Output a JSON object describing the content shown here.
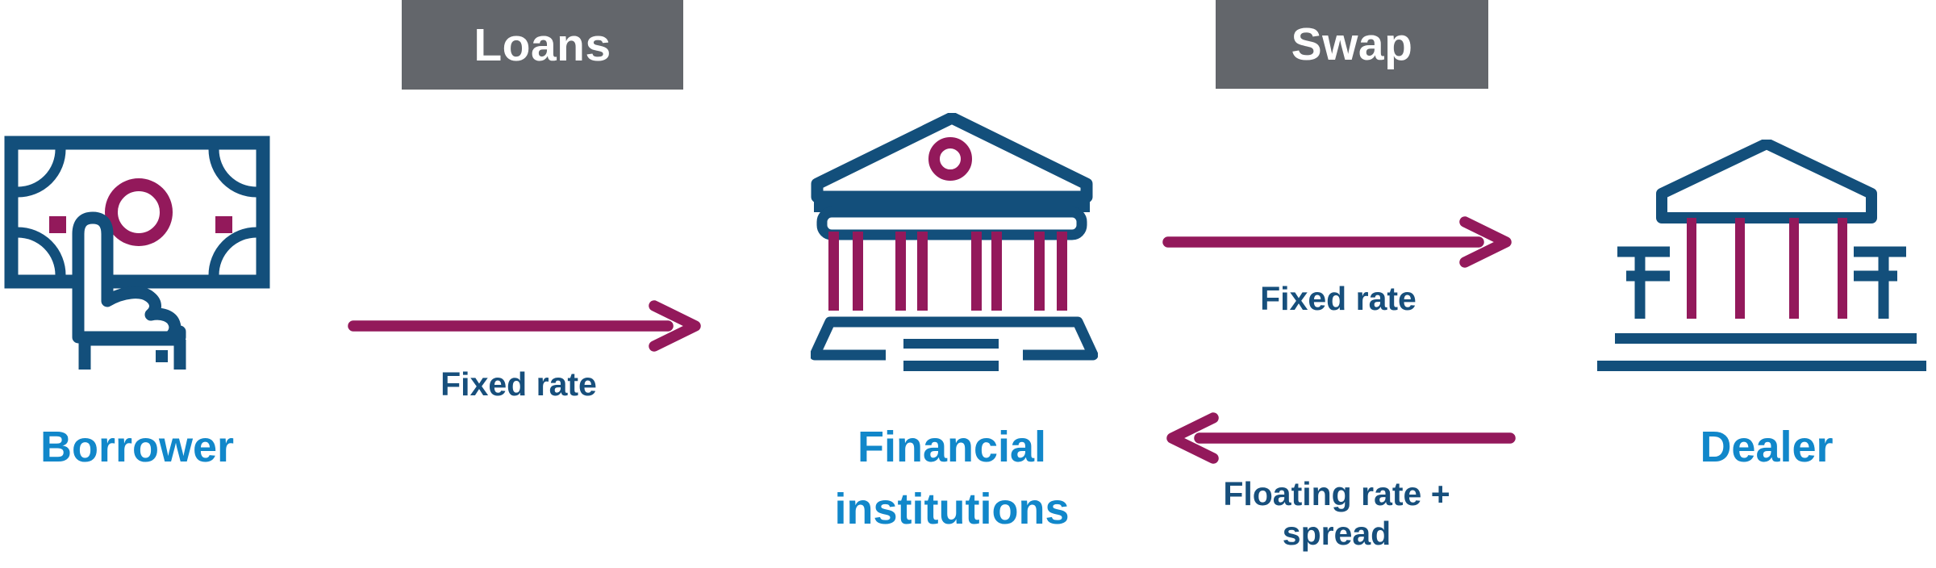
{
  "diagram": {
    "headers": [
      {
        "id": "loans",
        "label": "Loans"
      },
      {
        "id": "swap",
        "label": "Swap"
      }
    ],
    "nodes": [
      {
        "id": "borrower",
        "label": "Borrower",
        "icon": "cash-in-hand-icon"
      },
      {
        "id": "financial_institutions",
        "label": "Financial institutions",
        "icon": "bank-building-icon"
      },
      {
        "id": "dealer",
        "label": "Dealer",
        "icon": "bank-with-benches-icon"
      }
    ],
    "flows": [
      {
        "id": "loan_fixed_rate",
        "label": "Fixed rate",
        "direction": "right",
        "from": "Borrower",
        "to": "Financial institutions"
      },
      {
        "id": "swap_fixed_rate",
        "label": "Fixed rate",
        "direction": "right",
        "from": "Financial institutions",
        "to": "Dealer"
      },
      {
        "id": "swap_floating_rate",
        "label": "Floating rate + spread",
        "direction": "left",
        "from": "Dealer",
        "to": "Financial institutions"
      }
    ],
    "colors": {
      "header_bg": "#63666B",
      "header_text": "#FFFFFF",
      "node_label": "#1187CA",
      "flow_label": "#174F7C",
      "arrow": "#93195B",
      "icon_primary": "#134F7B",
      "icon_accent": "#93195B",
      "background": "#FFFFFF"
    }
  }
}
